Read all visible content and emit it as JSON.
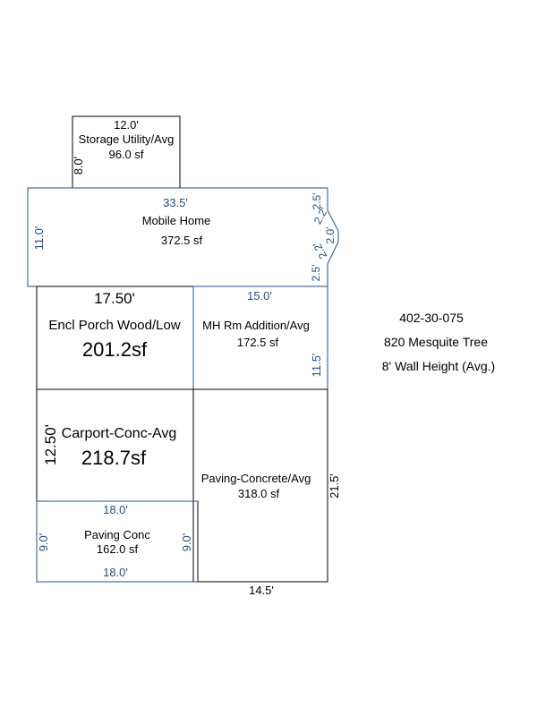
{
  "property": {
    "parcel": "402-30-075",
    "address": "820 Mesquite Tree",
    "wall_height": "8' Wall Height (Avg.)"
  },
  "areas": {
    "storage": {
      "name": "Storage Utility/Avg",
      "area": "96.0 sf",
      "width": "12.0'",
      "depth": "8.0'"
    },
    "mobile_home": {
      "name": "Mobile Home",
      "area": "372.5 sf",
      "width": "33.5'",
      "depth": "11.0'",
      "bay_labels": [
        "2.5'",
        "2.2'",
        "2.0'",
        "2.2'",
        "2.5'"
      ]
    },
    "porch": {
      "name": "Encl Porch Wood/Low",
      "area": "201.2sf",
      "width": "17.50'"
    },
    "mh_addition": {
      "name": "MH Rm Addition/Avg",
      "area": "172.5 sf",
      "width": "15.0'",
      "depth": "11.5'"
    },
    "carport": {
      "name": "Carport-Conc-Avg",
      "area": "218.7sf",
      "depth": "12.50'"
    },
    "paving_concrete": {
      "name": "Paving-Concrete/Avg",
      "area": "318.0 sf",
      "width": "14.5'",
      "depth": "21.5'"
    },
    "paving_conc": {
      "name": "Paving Conc",
      "area": "162.0 sf",
      "top": "18.0'",
      "bottom": "18.0'",
      "left": "9.0'",
      "right": "9.0'"
    }
  },
  "colors": {
    "outline": "#000000",
    "dimension_blue": "#1f4f86"
  }
}
